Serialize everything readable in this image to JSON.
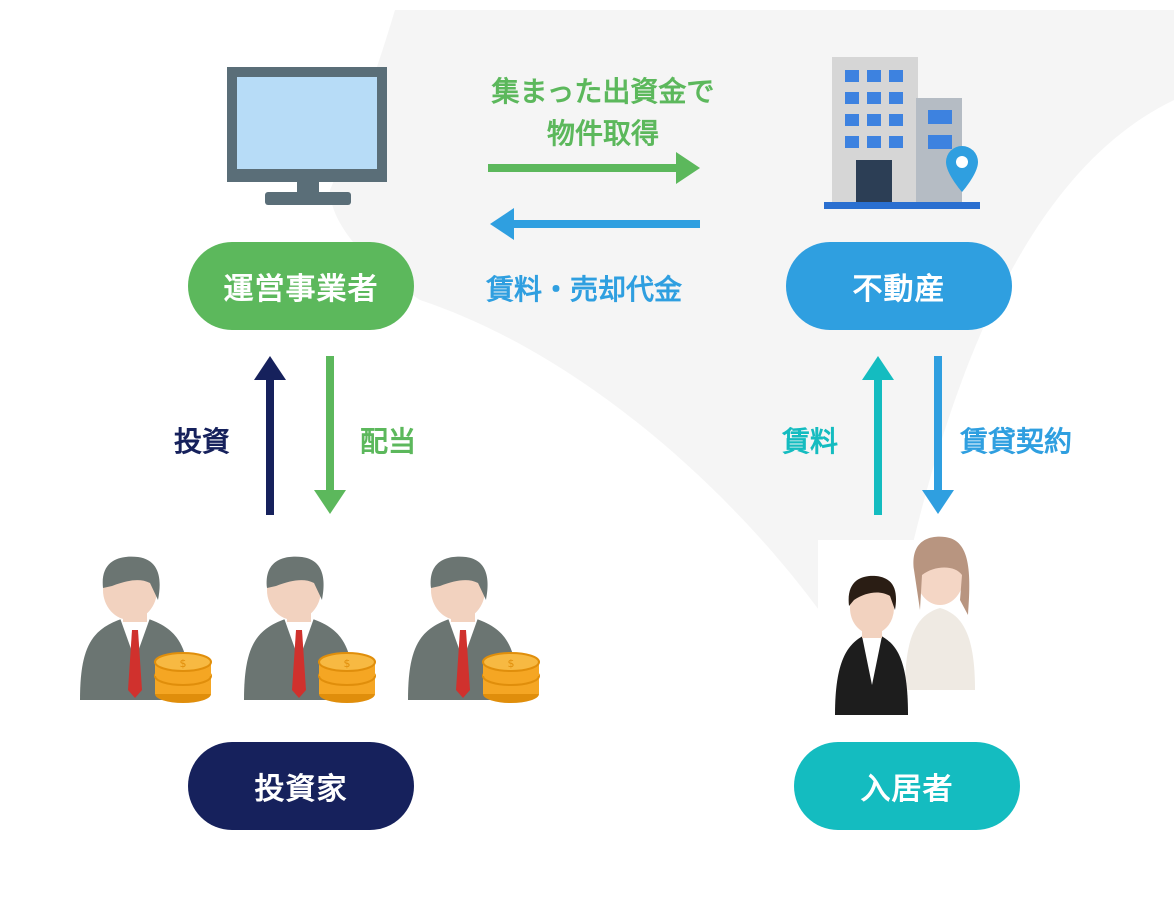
{
  "nodes": {
    "operator": "運営事業者",
    "real_estate": "不動産",
    "investors": "投資家",
    "tenants": "入居者"
  },
  "flows": {
    "acquire_line1": "集まった出資金で",
    "acquire_line2": "物件取得",
    "rent_sale_proceeds": "賃料・売却代金",
    "investment": "投資",
    "dividend": "配当",
    "rent": "賃料",
    "lease_contract": "賃貸契約"
  },
  "colors": {
    "green": "#5cb85c",
    "blue": "#2f9fe0",
    "navy": "#16215c",
    "teal": "#14bcc0",
    "coin": "#f5a623"
  }
}
